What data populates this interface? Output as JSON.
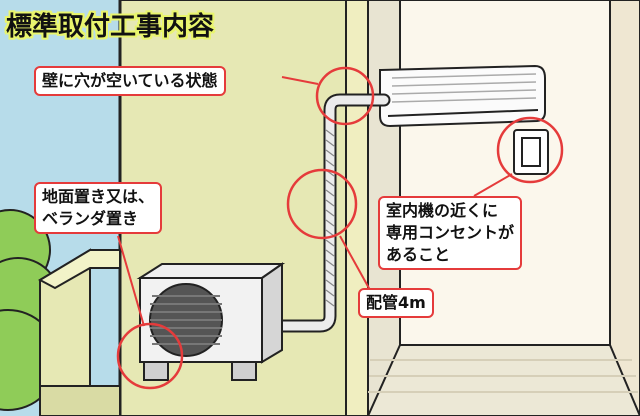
{
  "title": "標準取付工事内容",
  "callouts": {
    "wall_hole": "壁に穴が空いている状態",
    "outdoor_line1": "地面置き又は、",
    "outdoor_line2": "ベランダ置き",
    "outlet_line1": "室内機の近くに",
    "outlet_line2": "専用コンセントが",
    "outlet_line3": "あること",
    "pipe": "配管4m"
  },
  "colors": {
    "sky": "#b7dcea",
    "wall": "#e6e8b4",
    "right_wall": "#f0ecdf",
    "floor": "#ececd5",
    "tree": "#8fcc58",
    "callout_border": "#e53b3b",
    "title_outline": "#e9f56d"
  }
}
